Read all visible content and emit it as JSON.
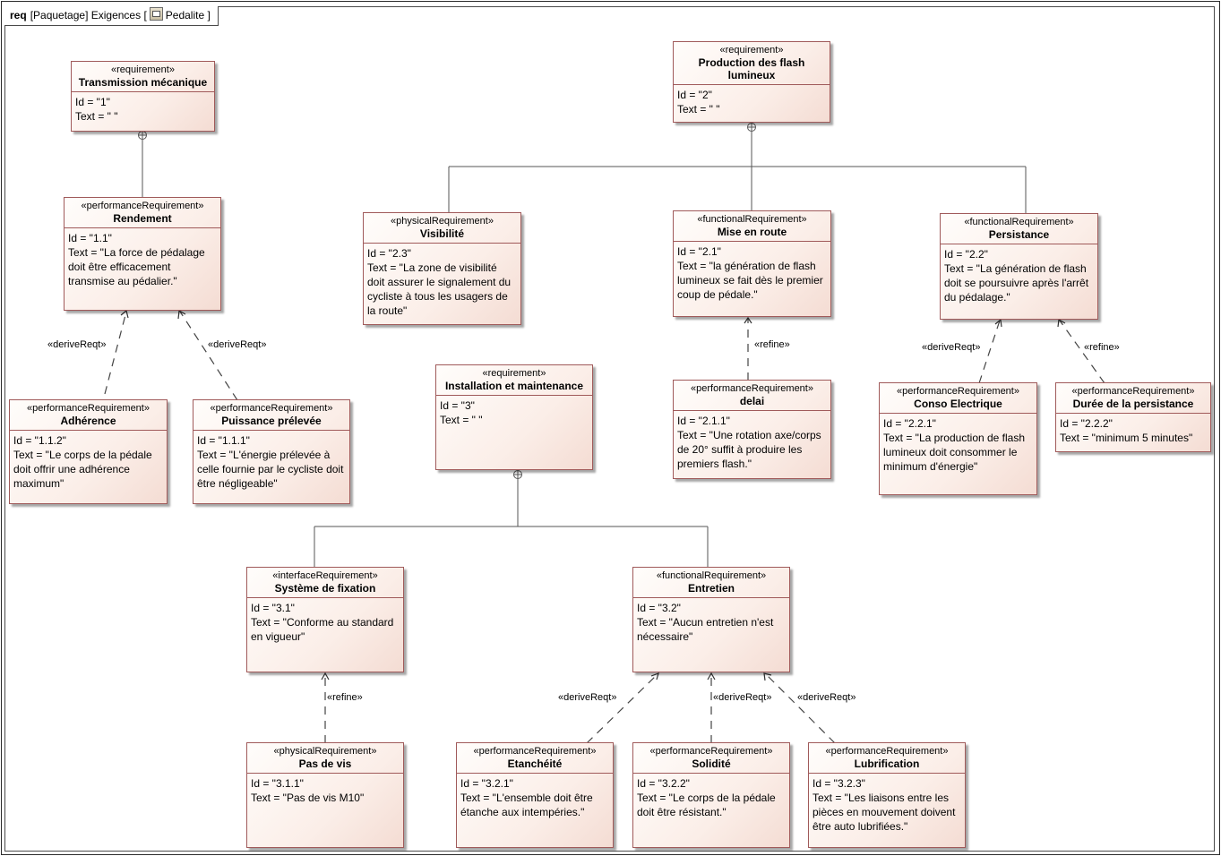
{
  "frame": {
    "keyword": "req",
    "prefix": "[Paquetage] Exigences [",
    "package_name": "Pedalite",
    "suffix": "]"
  },
  "requirements": {
    "r1": {
      "stereotype": "«requirement»",
      "name": "Transmission mécanique",
      "id": "Id = \"1\"",
      "text": "Text = \" \""
    },
    "r11": {
      "stereotype": "«performanceRequirement»",
      "name": "Rendement",
      "id": "Id = \"1.1\"",
      "text": "Text = \"La force de pédalage doit être efficacement transmise au pédalier.\""
    },
    "r112": {
      "stereotype": "«performanceRequirement»",
      "name": "Adhérence",
      "id": "Id = \"1.1.2\"",
      "text": "Text = \"Le corps de la pédale doit offrir une adhérence maximum\""
    },
    "r111": {
      "stereotype": "«performanceRequirement»",
      "name": "Puissance prélevée",
      "id": "Id = \"1.1.1\"",
      "text": "Text = \"L'énergie prélevée à celle fournie par le cycliste doit être négligeable\""
    },
    "r2": {
      "stereotype": "«requirement»",
      "name": "Production des flash lumineux",
      "id": "Id = \"2\"",
      "text": "Text = \" \""
    },
    "r23": {
      "stereotype": "«physicalRequirement»",
      "name": "Visibilité",
      "id": "Id = \"2.3\"",
      "text": "Text = \"La zone de visibilité doit assurer le signalement du cycliste à tous les usagers de la route\""
    },
    "r21": {
      "stereotype": "«functionalRequirement»",
      "name": "Mise en route",
      "id": "Id = \"2.1\"",
      "text": "Text = \"la génération de flash lumineux se fait dès le premier coup de pédale.\""
    },
    "r22": {
      "stereotype": "«functionalRequirement»",
      "name": "Persistance",
      "id": "Id = \"2.2\"",
      "text": "Text = \"La génération de flash doit se poursuivre après l'arrêt du pédalage.\""
    },
    "r211": {
      "stereotype": "«performanceRequirement»",
      "name": "delai",
      "id": "Id = \"2.1.1\"",
      "text": "Text = \"Une rotation axe/corps de 20° suffit à produire les premiers flash.\""
    },
    "r221": {
      "stereotype": "«performanceRequirement»",
      "name": "Conso Electrique",
      "id": "Id = \"2.2.1\"",
      "text": "Text = \"La production de flash lumineux doit consommer le minimum d'énergie\""
    },
    "r222": {
      "stereotype": "«performanceRequirement»",
      "name": "Durée de la persistance",
      "id": "Id = \"2.2.2\"",
      "text": "Text = \"minimum 5 minutes\""
    },
    "r3": {
      "stereotype": "«requirement»",
      "name": "Installation et maintenance",
      "id": "Id = \"3\"",
      "text": "Text = \" \""
    },
    "r31": {
      "stereotype": "«interfaceRequirement»",
      "name": "Système de fixation",
      "id": "Id = \"3.1\"",
      "text": "Text = \"Conforme au standard en vigueur\""
    },
    "r32": {
      "stereotype": "«functionalRequirement»",
      "name": "Entretien",
      "id": "Id = \"3.2\"",
      "text": "Text = \"Aucun entretien n'est nécessaire\""
    },
    "r311": {
      "stereotype": "«physicalRequirement»",
      "name": "Pas de vis",
      "id": "Id = \"3.1.1\"",
      "text": "Text = \"Pas de vis M10\""
    },
    "r321": {
      "stereotype": "«performanceRequirement»",
      "name": "Etanchéité",
      "id": "Id = \"3.2.1\"",
      "text": "Text = \"L'ensemble doit être étanche aux intempéries.\""
    },
    "r322": {
      "stereotype": "«performanceRequirement»",
      "name": "Solidité",
      "id": "Id = \"3.2.2\"",
      "text": "Text = \"Le corps de la pédale doit être résistant.\""
    },
    "r323": {
      "stereotype": "«performanceRequirement»",
      "name": "Lubrification",
      "id": "Id = \"3.2.3\"",
      "text": "Text = \"Les liaisons entre les pièces en mouvement doivent être auto lubrifiées.\""
    }
  },
  "relations": {
    "d112": "«deriveReqt»",
    "d111": "«deriveReqt»",
    "f211": "«refine»",
    "d221": "«deriveReqt»",
    "f222": "«refine»",
    "f311": "«refine»",
    "d321": "«deriveReqt»",
    "d322": "«deriveReqt»",
    "d323": "«deriveReqt»"
  }
}
